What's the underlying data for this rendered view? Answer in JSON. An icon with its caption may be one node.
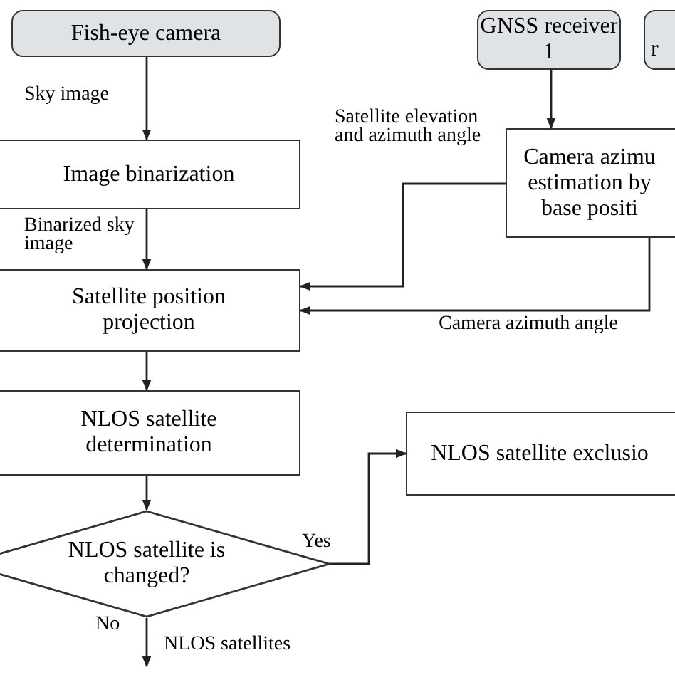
{
  "diagram": {
    "nodes": [
      {
        "text": [
          "Fish-eye camera"
        ]
      },
      {
        "text": [
          "GNSS receiver 1"
        ]
      },
      {
        "text": [
          "r"
        ]
      },
      {
        "text": [
          "Image binarization"
        ]
      },
      {
        "text": [
          "Camera azimu estimation by base positi"
        ]
      },
      {
        "text": [
          "Satellite position projection"
        ]
      },
      {
        "text": [
          "NLOS satellite determination"
        ]
      },
      {
        "text": [
          "NLOS satellite exclusio"
        ]
      },
      {
        "text": [
          "NLOS satellite is changed?"
        ]
      }
    ],
    "edges": [
      {
        "from": 0,
        "to": 3,
        "arrow": "to",
        "label": "Sky image"
      },
      {
        "from": 1,
        "to": 4,
        "arrow": "to"
      },
      {
        "from": 3,
        "to": 5,
        "arrow": "to",
        "label": "Binarized sky image"
      },
      {
        "from": 4,
        "to": 5,
        "arrow": "to",
        "label": "Satellite elevation and azimuth angle"
      },
      {
        "from": 4,
        "to": 5,
        "arrow": "to",
        "label": "Camera azimuth angle"
      },
      {
        "from": 5,
        "to": 6,
        "arrow": "to"
      },
      {
        "from": 6,
        "to": 8,
        "arrow": "to"
      },
      {
        "from": 8,
        "to": 7,
        "arrow": "to",
        "label": "Yes"
      },
      {
        "from": 8,
        "to": null,
        "arrow": "to",
        "label": "NLOS satellites"
      }
    ],
    "labels": [
      "No"
    ]
  }
}
